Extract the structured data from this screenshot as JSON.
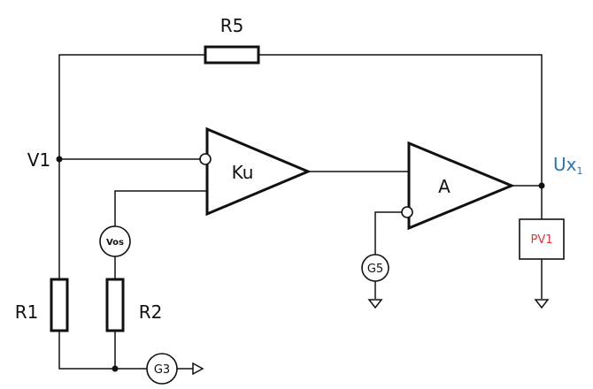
{
  "components": {
    "r5": "R5",
    "r1": "R1",
    "r2": "R2",
    "ku": "Ku",
    "a": "A",
    "vos": "Vos",
    "g3": "G3",
    "g5": "G5",
    "pv1": "PV1"
  },
  "nodes": {
    "v1": "V1",
    "ux_main": "Ux",
    "ux_sub": "1"
  },
  "colors": {
    "wire": "#111111",
    "ux_label": "#2e74b5",
    "pv1_label": "#e03a3a"
  }
}
